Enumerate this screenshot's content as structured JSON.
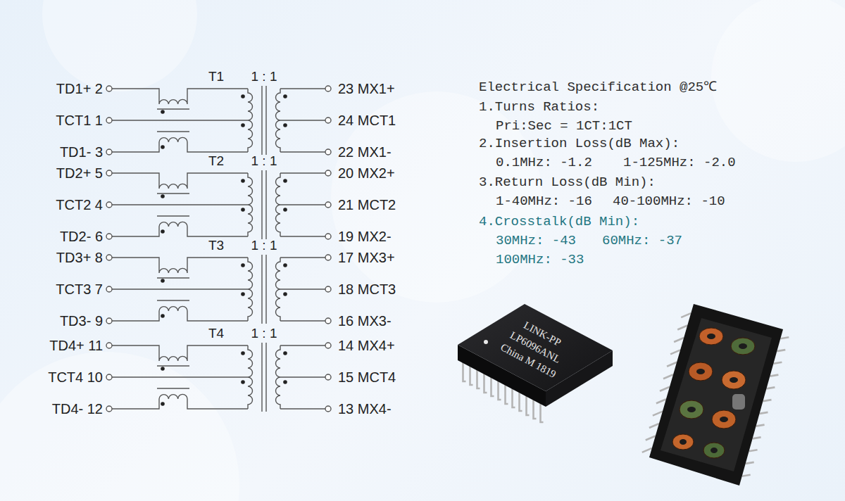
{
  "diagram": {
    "labels": [
      "TD1+ 2",
      "TCT1 1",
      "TD1- 3",
      "TD2+ 5",
      "TCT2 4",
      "TD2- 6",
      "TD3+ 8",
      "TCT3 7",
      "TD3- 9",
      "TD4+ 11",
      "TCT4 10",
      "TD4- 12",
      "23 MX1+",
      "24 MCT1",
      "22 MX1-",
      "20 MX2+",
      "21 MCT2",
      "19 MX2-",
      "17 MX3+",
      "18 MCT3",
      "16 MX3-",
      "14 MX4+",
      "15 MCT4",
      "13 MX4-",
      "T1",
      "1 : 1",
      "T2",
      "1 : 1",
      "T3",
      "1 : 1",
      "T4",
      "1 : 1",
      "Electrical Specification @25℃",
      "1.Turns Ratios:",
      "Pri:Sec = 1CT:1CT",
      "2.Insertion Loss(dB Max):",
      "0.1MHz: -1.2",
      "1-125MHz: -2.0",
      "3.Return Loss(dB Min):",
      "1-40MHz: -16",
      "40-100MHz: -10",
      "4.Crosstalk(dB Min):",
      "30MHz: -43",
      "60MHz: -37",
      "100MHz: -33",
      "LINK-PP",
      "LP6096ANL",
      "China M 1819"
    ]
  }
}
